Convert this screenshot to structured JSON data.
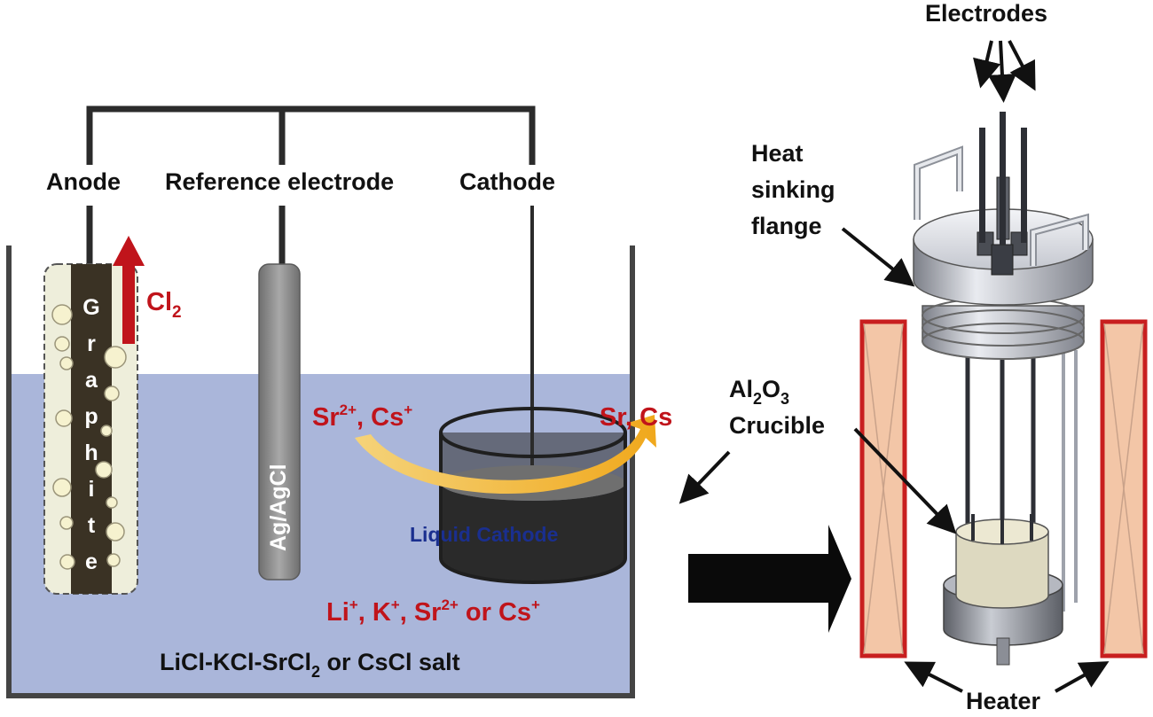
{
  "labels": {
    "anode": "Anode",
    "reference_electrode": "Reference electrode",
    "cathode": "Cathode",
    "electrodes": "Electrodes",
    "heat_sinking_flange": [
      "Heat",
      "sinking",
      "flange"
    ],
    "crucible_formula": [
      "Al",
      "2",
      "O",
      "3"
    ],
    "crucible_word": "Crucible",
    "heater": "Heater"
  },
  "cell": {
    "graphite_letters": [
      "G",
      "r",
      "a",
      "p",
      "h",
      "i",
      "t",
      "e"
    ],
    "gas_symbol": "Cl",
    "gas_subscript": "2",
    "reference_material": "Ag/AgCl",
    "ions_in": [
      "Sr",
      "2+",
      ", Cs",
      "+"
    ],
    "metals_out": "Sr, Cs",
    "liquid_cathode": "Liquid Cathode",
    "electrolyte_ions": [
      "Li",
      "+",
      ", K",
      "+",
      ", Sr",
      "2+",
      " or Cs",
      "+"
    ],
    "salt": [
      "LiCl-KCl-SrCl",
      "2",
      " or CsCl salt"
    ]
  },
  "colors": {
    "electrolyte": "#aab6da",
    "anode_bg": "#eeeedb",
    "graphite": "#3a3224",
    "chlorine_arrow": "#c0141b",
    "reference_rod": "#8a8a8a",
    "crucible_metal": "#2c2c2c",
    "transfer_arrow": "#f0a81c",
    "heater_fill": "#f3c6a7",
    "heater_border": "#c81f1f",
    "crucible_ceramic": "#ddd9c0",
    "flow_arrow": "#0a0a0a"
  }
}
